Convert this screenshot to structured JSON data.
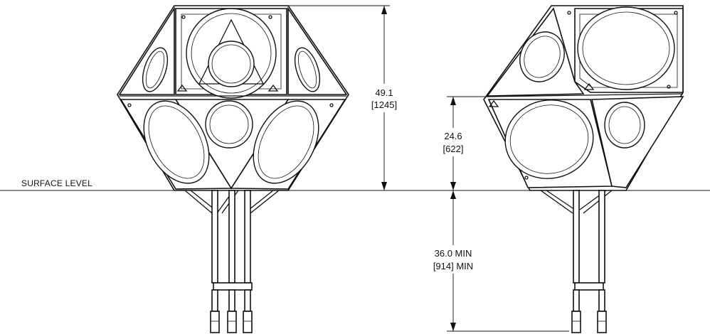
{
  "labels": {
    "surface": "SURFACE LEVEL"
  },
  "dimensions": {
    "overall_height": {
      "value": "49.1",
      "metric": "[1245]"
    },
    "upper_height": {
      "value": "24.6",
      "metric": "[622]"
    },
    "embed_depth": {
      "value": "36.0 MIN",
      "metric": "[914] MIN"
    }
  },
  "colors": {
    "ink": "#111111",
    "background": "#ffffff"
  }
}
